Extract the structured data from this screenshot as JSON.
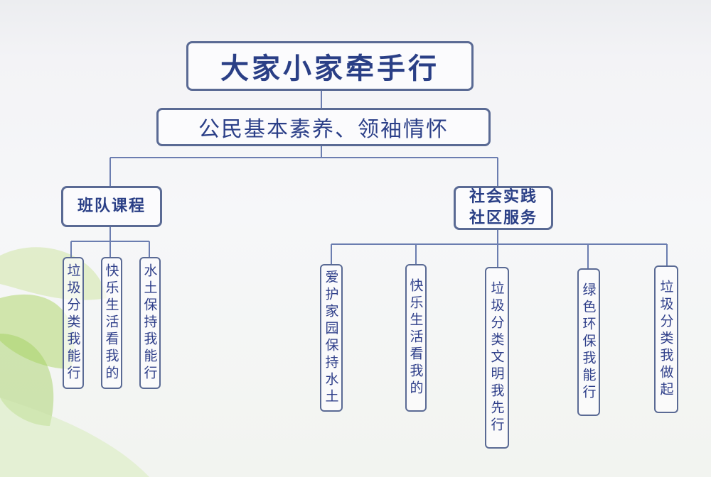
{
  "title": "大家小家牵手行",
  "subtitle": "公民基本素养、领袖情怀",
  "branches": [
    {
      "label": "班队课程",
      "children": [
        "垃圾分类我能行",
        "快乐生活看我的",
        "水土保持我能行"
      ]
    },
    {
      "label": "社会实践\n社区服务",
      "children": [
        "爱护家园保持水土",
        "快乐生活看我的",
        "垃圾分类文明我先行",
        "绿色环保我能行",
        "垃圾分类我做起"
      ]
    }
  ],
  "colors": {
    "border": "#5a6a94",
    "text": "#2a3f86",
    "connector": "#6b7db0",
    "leaf_green": "#a8d26a"
  }
}
